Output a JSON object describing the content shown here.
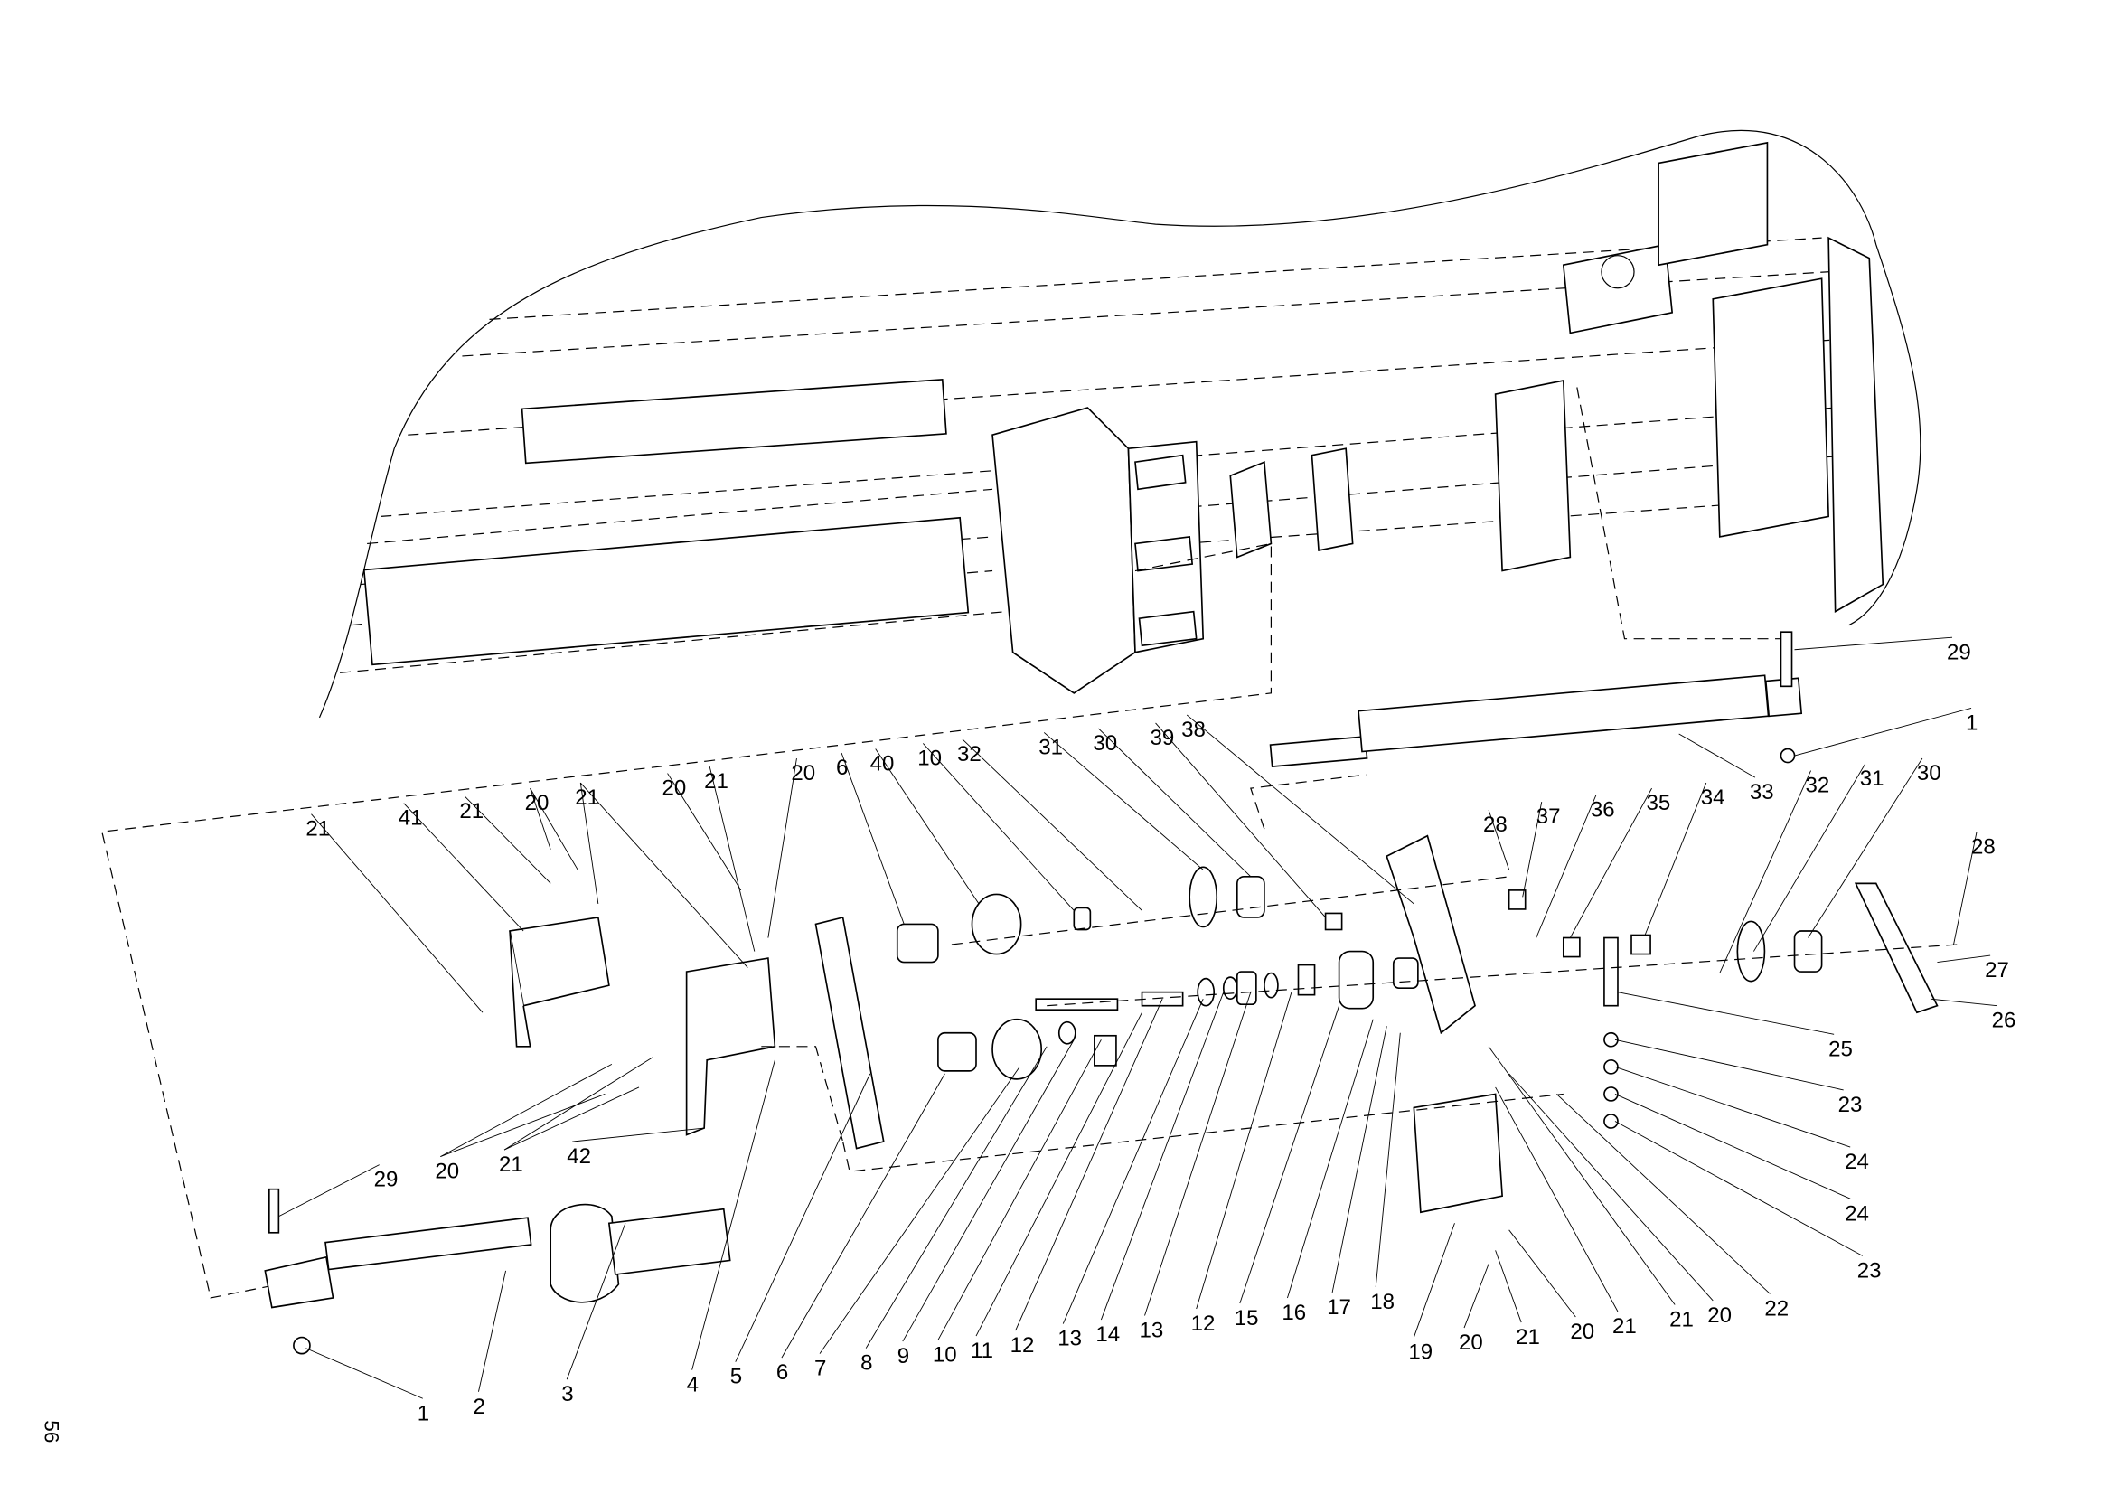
{
  "page_number": "56",
  "callouts": [
    "29",
    "1",
    "33",
    "32",
    "31",
    "30",
    "28",
    "27",
    "26",
    "25",
    "23",
    "24",
    "24",
    "23",
    "22",
    "20",
    "21",
    "21",
    "20",
    "21",
    "20",
    "19",
    "4",
    "5",
    "6",
    "7",
    "8",
    "9",
    "10",
    "11",
    "12",
    "13",
    "14",
    "13",
    "12",
    "15",
    "16",
    "17",
    "18",
    "1",
    "2",
    "3",
    "29",
    "20",
    "21",
    "42",
    "21",
    "41",
    "21",
    "20",
    "21",
    "20",
    "21",
    "20",
    "6",
    "40",
    "10",
    "32",
    "31",
    "30",
    "39",
    "38",
    "28",
    "37",
    "36",
    "35",
    "34"
  ]
}
